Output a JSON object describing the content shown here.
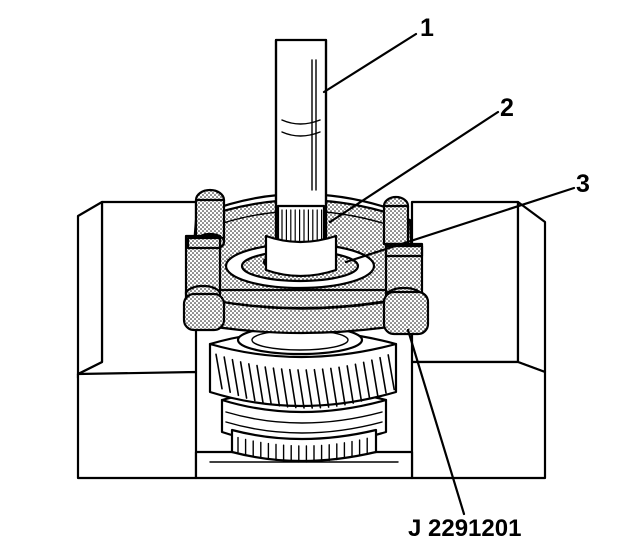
{
  "callouts": {
    "c1": "1",
    "c2": "2",
    "c3": "3"
  },
  "tool_label": "J 2291201",
  "colors": {
    "line": "#000000",
    "background": "#ffffff",
    "stipple": "#000000"
  }
}
